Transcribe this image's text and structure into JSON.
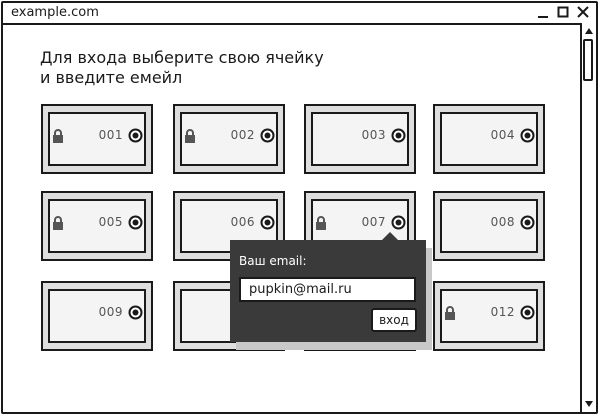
{
  "browser": {
    "url": "example.com"
  },
  "heading": {
    "line1": "Для входа выберите свою ячейку",
    "line2": "и введите емейл"
  },
  "cells": [
    {
      "number": "001",
      "locked": true
    },
    {
      "number": "002",
      "locked": true
    },
    {
      "number": "003",
      "locked": false
    },
    {
      "number": "004",
      "locked": false
    },
    {
      "number": "005",
      "locked": true
    },
    {
      "number": "006",
      "locked": false
    },
    {
      "number": "007",
      "locked": true
    },
    {
      "number": "008",
      "locked": false
    },
    {
      "number": "009",
      "locked": false
    },
    {
      "number": "",
      "locked": false
    },
    {
      "number": "",
      "locked": false
    },
    {
      "number": "012",
      "locked": true
    }
  ],
  "popup": {
    "label": "Ваш email:",
    "email_value": "pupkin@mail.ru",
    "submit_label": "вход"
  },
  "icons": {
    "lock": "lock-icon",
    "eye": "eye-icon",
    "minimize": "minimize-icon",
    "maximize": "maximize-icon",
    "close": "close-icon"
  },
  "colors": {
    "popup_bg": "#3a3a3a",
    "cell_bg": "#dedede",
    "ink": "#1a1a1a"
  }
}
